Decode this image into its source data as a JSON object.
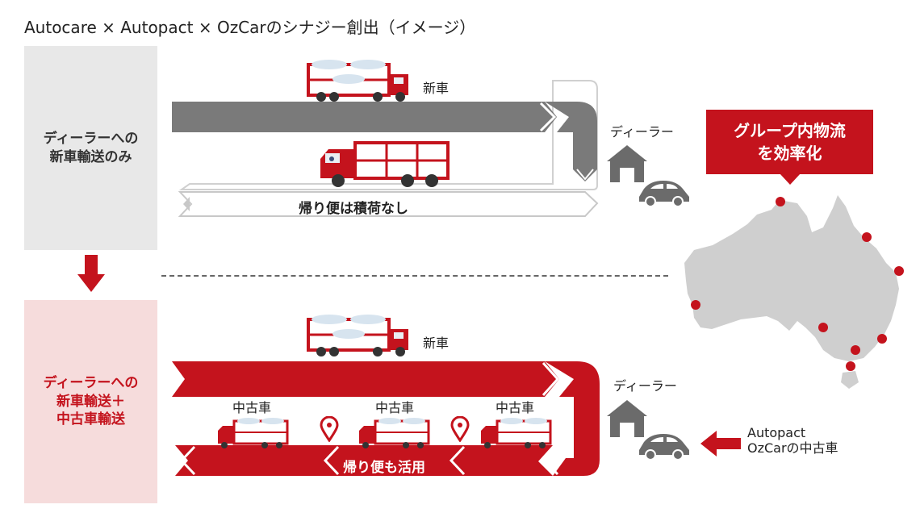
{
  "title": "Autocare × Autopact × OzCarのシナジー創出（イメージ）",
  "before": {
    "box_lines": [
      "ディーラーへの",
      "新車輸送のみ"
    ],
    "new_car_label": "新車",
    "dealer_label": "ディーラー",
    "return_label": "帰り便は積荷なし"
  },
  "after": {
    "box_lines": [
      "ディーラーへの",
      "新車輸送＋",
      "中古車輸送"
    ],
    "new_car_label": "新車",
    "dealer_label": "ディーラー",
    "used_car_labels": [
      "中古車",
      "中古車",
      "中古車"
    ],
    "return_label": "帰り便も活用"
  },
  "callout_lines": [
    "グループ内物流",
    "を効率化"
  ],
  "source_lines": [
    "Autopact",
    "OzCarの中古車"
  ],
  "colors": {
    "red": "#c4131d",
    "gray_arrow": "#7a7a7a",
    "map_gray": "#cfcfcf",
    "pink": "#f6dcdc"
  },
  "icons": [
    "car-carrier-truck-icon",
    "empty-truck-icon",
    "house-icon",
    "car-icon",
    "map-pin-icon",
    "australia-map",
    "arrow-left-icon",
    "arrow-down-icon"
  ]
}
